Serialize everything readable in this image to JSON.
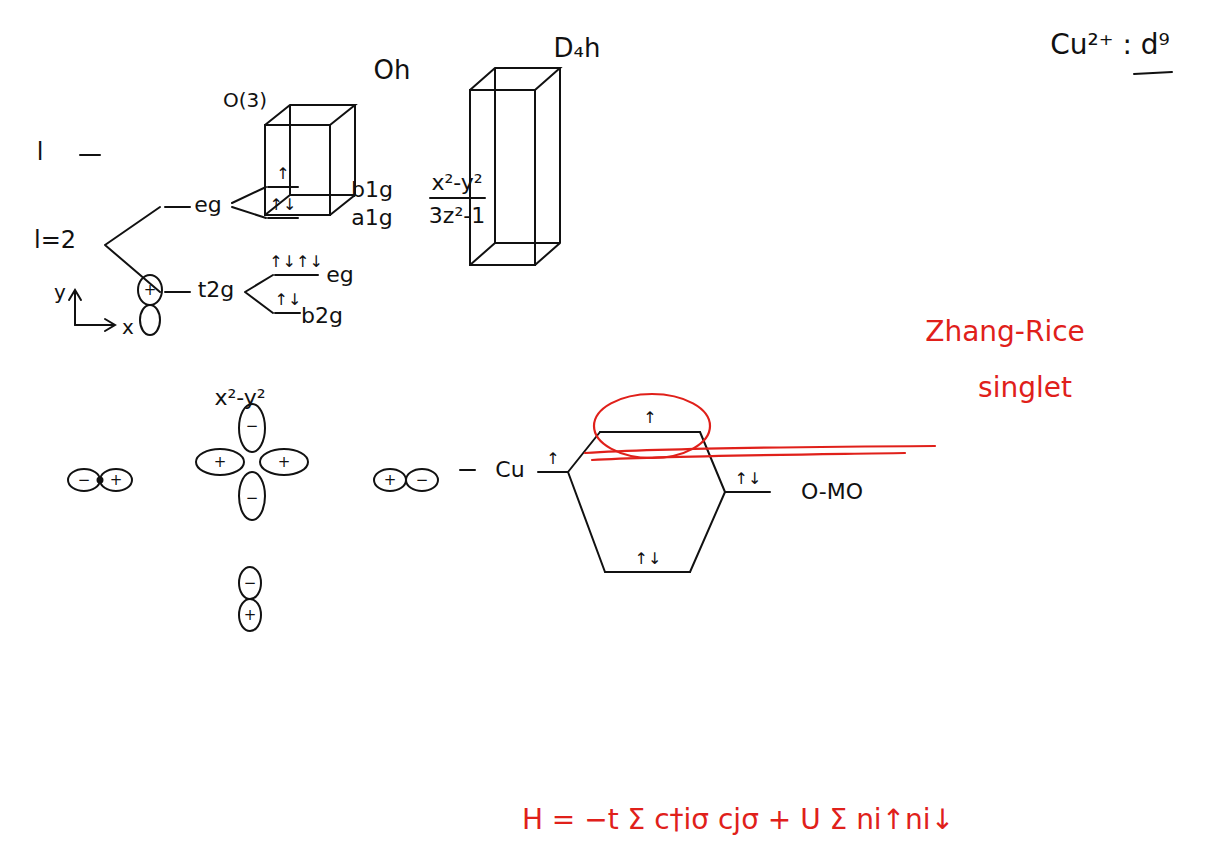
{
  "diagram": {
    "labels": [
      "Oh",
      "D₄h",
      "Cu²⁺ : d⁹",
      "O(3)",
      "l",
      "l=2",
      "eg",
      "t2g",
      "↑",
      "↑↓",
      "b1g",
      "x²-y²",
      "a1g",
      "3z²-1",
      "↑↓↑↓",
      "eg",
      "↑↓",
      "b2g",
      "y",
      "x",
      "+",
      "x²-y²",
      "−",
      "+",
      "+",
      "+",
      "−",
      "−",
      "+",
      "−",
      "−",
      "+",
      "Cu",
      "↑",
      "↑",
      "↑↓",
      "O-MO",
      "↑↓",
      "Zhang-Rice",
      "singlet",
      "H = −t Σ c†iσ cjσ + U Σ ni↑ni↓"
    ]
  }
}
